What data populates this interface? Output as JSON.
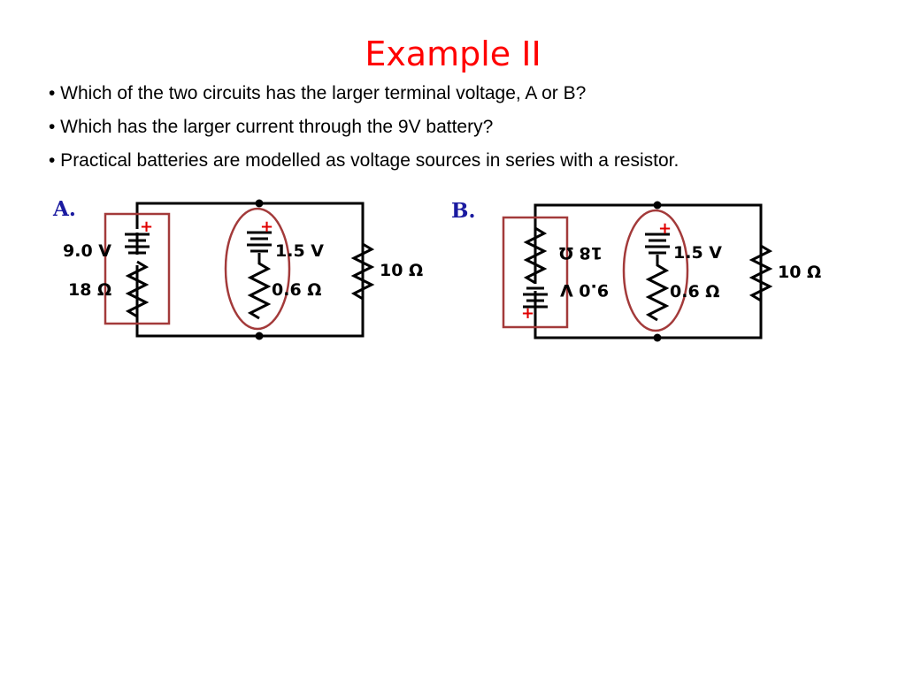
{
  "title": "Example II",
  "bullets": [
    "• Which of the two circuits has the larger terminal voltage, A or B?",
    "• Which has the larger current through the 9V battery?",
    "• Practical batteries are modelled as voltage sources in series with a resistor."
  ],
  "circuits": {
    "a": {
      "name": "A.",
      "plus": "+",
      "left_voltage": "9.0 V",
      "left_resistance": "18 Ω",
      "mid_voltage": "1.5 V",
      "mid_resistance": "0.6 Ω",
      "load_resistance": "10 Ω"
    },
    "b": {
      "name": "B.",
      "plus": "+",
      "left_voltage": "9.0 V",
      "left_resistance": "18 Ω",
      "mid_voltage": "1.5 V",
      "mid_resistance": "0.6 Ω",
      "load_resistance": "10 Ω"
    }
  },
  "colors": {
    "title": "#ff0000",
    "plus_sign": "#e00000",
    "battery_outline": "#a33a3a",
    "circuit_name": "#1a1aa0"
  }
}
